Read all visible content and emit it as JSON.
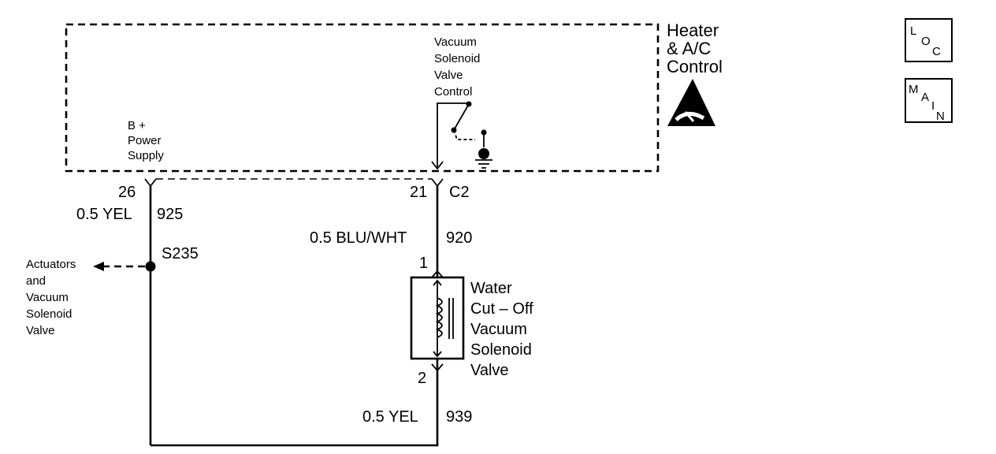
{
  "module": {
    "title_lines": [
      "Heater",
      "& A/C",
      "Control"
    ],
    "esd_icon": "esd-sensitive-warning-icon"
  },
  "terminals": {
    "power": {
      "lines": [
        "B +",
        "Power",
        "Supply"
      ],
      "pin": "26"
    },
    "control": {
      "lines": [
        "Vacuum",
        "Solenoid",
        "Valve",
        "Control"
      ],
      "pin": "21"
    },
    "connector": "C2"
  },
  "wires": {
    "w925": {
      "label": "0.5 YEL",
      "circuit": "925"
    },
    "w920": {
      "label": "0.5 BLU/WHT",
      "circuit": "920"
    },
    "w939": {
      "label": "0.5 YEL",
      "circuit": "939"
    }
  },
  "splice": {
    "name": "S235"
  },
  "branch": {
    "lines": [
      "Actuators",
      "and",
      "Vacuum",
      "Solenoid",
      "Valve"
    ]
  },
  "solenoid": {
    "name_lines": [
      "Water",
      "Cut – Off",
      "Vacuum",
      "Solenoid",
      "Valve"
    ],
    "pin_top": "1",
    "pin_bottom": "2"
  },
  "nav": {
    "loc": {
      "chars": [
        "L",
        "O",
        "C"
      ]
    },
    "main": {
      "chars": [
        "M",
        "A",
        "I",
        "N"
      ]
    }
  }
}
